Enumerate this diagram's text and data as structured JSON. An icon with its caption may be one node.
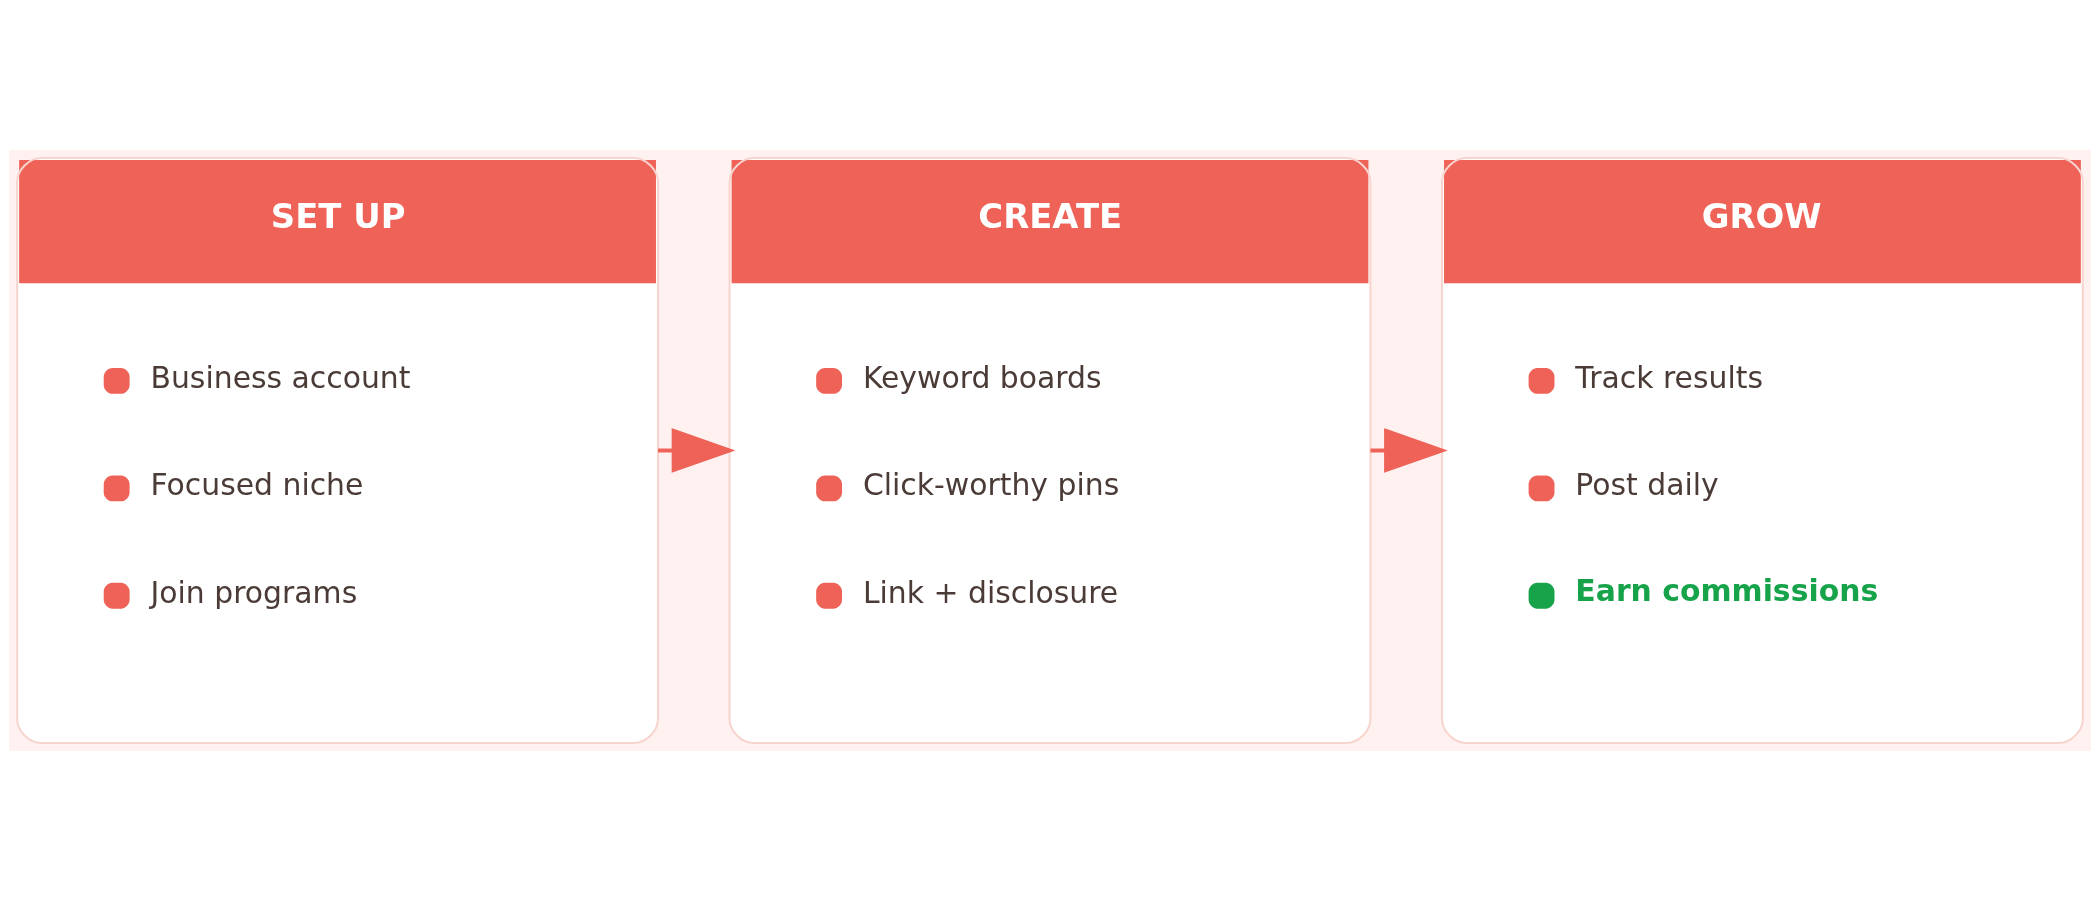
{
  "diagram": {
    "nodes": [
      {
        "text": [
          "SET UP",
          "Business account",
          "Focused niche",
          "Join programs"
        ]
      },
      {
        "text": [
          "CREATE",
          "Keyword boards",
          "Click-worthy pins",
          "Link + disclosure"
        ]
      },
      {
        "text": [
          "GROW",
          "Track results",
          "Post daily",
          "Earn commissions"
        ]
      }
    ],
    "edges": [
      {
        "from": 0,
        "to": 1,
        "arrow": "to"
      },
      {
        "from": 1,
        "to": 2,
        "arrow": "to"
      }
    ]
  }
}
